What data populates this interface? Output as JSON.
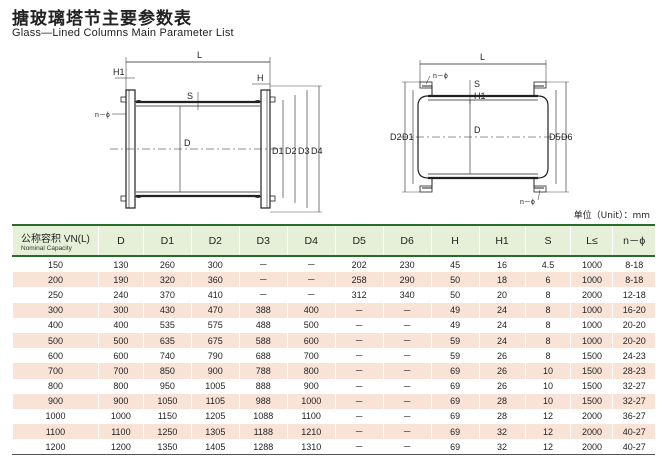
{
  "title_cn": "搪玻璃塔节主要参数表",
  "title_en": "Glass—Lined Columns Main Parameter List",
  "unit_label": "单位（Unit）：mm",
  "drawing_left": {
    "L": "L",
    "H1": "H1",
    "H": "H",
    "S": "S",
    "D": "D",
    "n_phi": "n－ϕ",
    "D1": "D1",
    "D2": "D2",
    "D3": "D3",
    "D4": "D4"
  },
  "drawing_right": {
    "L": "L",
    "S": "S",
    "H1": "H1",
    "D": "D",
    "n_phi_top": "n－ϕ",
    "n_phi_bottom": "n－ϕ",
    "D2": "D2",
    "D1": "D1",
    "D5": "D5",
    "D6": "D6"
  },
  "table": {
    "header_first_cn": "公称容积 VN(L)",
    "header_first_en": "Nominal Capacity",
    "headers": [
      "D",
      "D1",
      "D2",
      "D3",
      "D4",
      "D5",
      "D6",
      "H",
      "H1",
      "S",
      "L≤",
      "n－ϕ"
    ],
    "rows": [
      [
        "150",
        "130",
        "260",
        "300",
        "－",
        "－",
        "202",
        "230",
        "45",
        "16",
        "4.5",
        "1000",
        "8-18"
      ],
      [
        "200",
        "190",
        "320",
        "360",
        "－",
        "－",
        "258",
        "290",
        "50",
        "18",
        "6",
        "1000",
        "8-18"
      ],
      [
        "250",
        "240",
        "370",
        "410",
        "－",
        "－",
        "312",
        "340",
        "50",
        "20",
        "8",
        "2000",
        "12-18"
      ],
      [
        "300",
        "300",
        "430",
        "470",
        "388",
        "400",
        "－",
        "－",
        "49",
        "24",
        "8",
        "1000",
        "16-20"
      ],
      [
        "400",
        "400",
        "535",
        "575",
        "488",
        "500",
        "－",
        "－",
        "49",
        "24",
        "8",
        "1000",
        "20-20"
      ],
      [
        "500",
        "500",
        "635",
        "675",
        "588",
        "600",
        "－",
        "－",
        "59",
        "24",
        "8",
        "1000",
        "20-20"
      ],
      [
        "600",
        "600",
        "740",
        "790",
        "688",
        "700",
        "－",
        "－",
        "59",
        "26",
        "8",
        "1500",
        "24-23"
      ],
      [
        "700",
        "700",
        "850",
        "900",
        "788",
        "800",
        "－",
        "－",
        "69",
        "26",
        "10",
        "1500",
        "28-23"
      ],
      [
        "800",
        "800",
        "950",
        "1005",
        "888",
        "900",
        "－",
        "－",
        "69",
        "26",
        "10",
        "1500",
        "32-27"
      ],
      [
        "900",
        "900",
        "1050",
        "1105",
        "988",
        "1000",
        "－",
        "－",
        "69",
        "28",
        "10",
        "1500",
        "32-27"
      ],
      [
        "1000",
        "1000",
        "1150",
        "1205",
        "1088",
        "1100",
        "－",
        "－",
        "69",
        "28",
        "12",
        "2000",
        "36-27"
      ],
      [
        "1100",
        "1100",
        "1250",
        "1305",
        "1188",
        "1210",
        "－",
        "－",
        "69",
        "32",
        "12",
        "2000",
        "40-27"
      ],
      [
        "1200",
        "1200",
        "1350",
        "1405",
        "1288",
        "1310",
        "－",
        "－",
        "69",
        "32",
        "12",
        "2000",
        "40-27"
      ]
    ]
  }
}
